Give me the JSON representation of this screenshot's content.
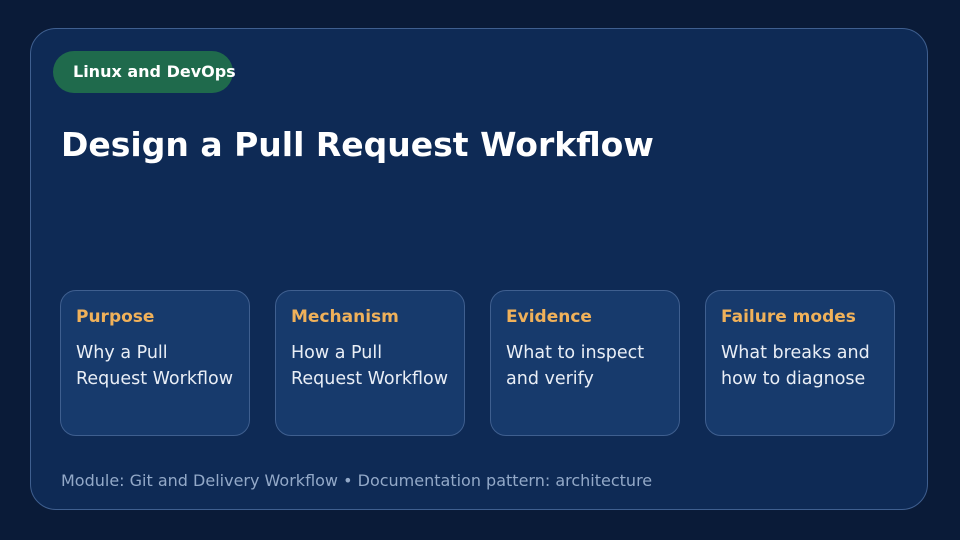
{
  "badge": {
    "label": "Linux and DevOps"
  },
  "slide": {
    "title": "Design a Pull Request Workflow"
  },
  "tiles": [
    {
      "heading": "Purpose",
      "body": "Why a Pull Request Workflow"
    },
    {
      "heading": "Mechanism",
      "body": "How a Pull Request Workflow"
    },
    {
      "heading": "Evidence",
      "body": "What to inspect and verify"
    },
    {
      "heading": "Failure modes",
      "body": "What breaks and how to diagnose"
    }
  ],
  "footer": {
    "text": "Module: Git and Delivery Workflow  •  Documentation pattern: architecture"
  },
  "colors": {
    "background": "#0a1b38",
    "card": "#0e2a55",
    "badge": "#1f6a4c",
    "accent": "#f0b15a",
    "footer_text": "#93a9c8"
  }
}
